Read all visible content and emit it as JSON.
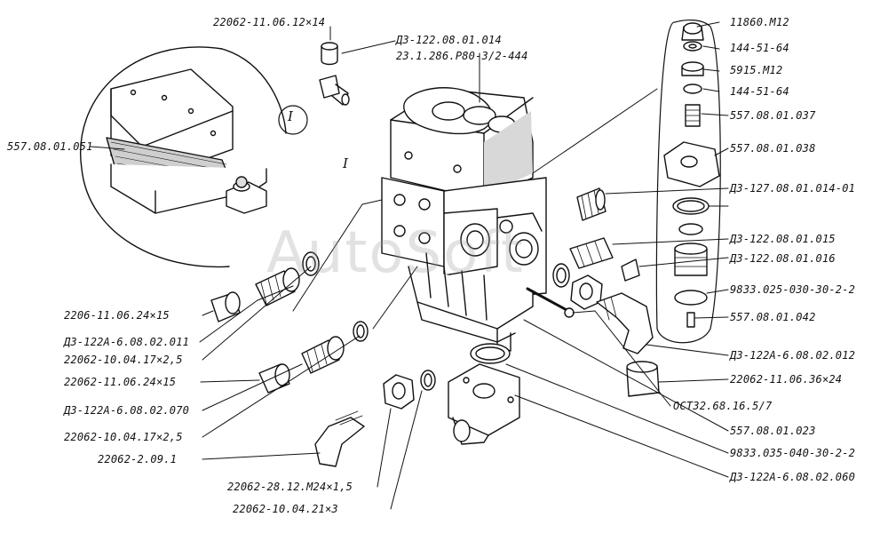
{
  "watermark": "AutoSoft",
  "detail_marker": "I",
  "labels": {
    "l01": "22062-11.06.12×14",
    "l02": "ДЗ-122.08.01.014",
    "l03": "23.1.286.Р80-3/2-444",
    "l04": "557.08.01.051",
    "l05": "11860.М12",
    "l06": "144-51-64",
    "l07": "5915.М12",
    "l08": "144-51-64",
    "l09": "557.08.01.037",
    "l10": "557.08.01.038",
    "l11": "ДЗ-127.08.01.014-01",
    "l12": "ДЗ-122.08.01.015",
    "l13": "ДЗ-122.08.01.016",
    "l14": "9833.025-030-30-2-2",
    "l15": "557.08.01.042",
    "l16": "2206-11.06.24×15",
    "l17": "ДЗ-122А-6.08.02.011",
    "l18": "22062-10.04.17×2,5",
    "l19": "22062-11.06.24×15",
    "l20": "ДЗ-122А-6.08.02.070",
    "l21": "22062-10.04.17×2,5",
    "l22": "22062-2.09.1",
    "l23": "ДЗ-122А-6.08.02.012",
    "l24": "22062-11.06.36×24",
    "l25": "ОСТ32.68.16.5/7",
    "l26": "557.08.01.023",
    "l27": "9833.035-040-30-2-2",
    "l28": "ДЗ-122А-6.08.02.060",
    "l29": "22062-28.12.М24×1,5",
    "l30": "22062-10.04.21×3"
  }
}
